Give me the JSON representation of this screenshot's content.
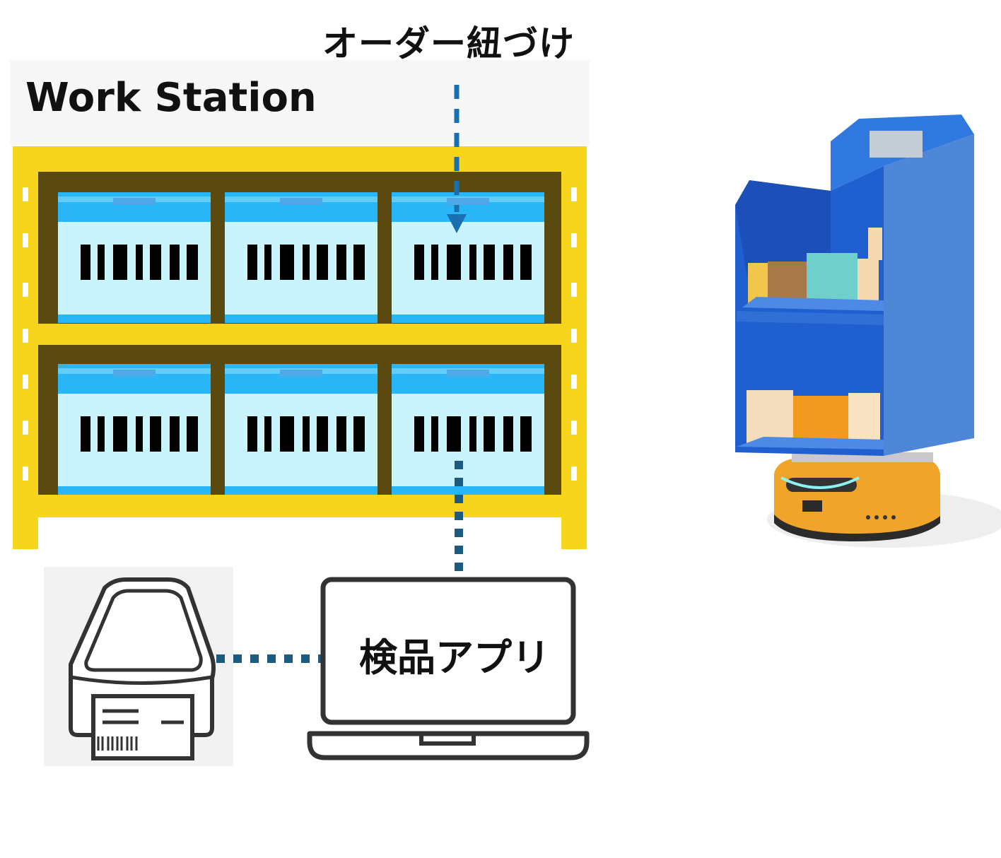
{
  "labels": {
    "order_link": "オーダー紐づけ",
    "workstation": "Work Station",
    "inspection_app": "検品アプリ"
  },
  "colors": {
    "shelf_frame": "#f7d51d",
    "shelf_inner": "#5a4a10",
    "bin_top": "#29b6f6",
    "bin_body": "#c9f4fb",
    "arrow": "#1a6fb0",
    "connector": "#1d5a80",
    "robot_body": "#2f6fd6",
    "robot_base": "#f0a52a"
  },
  "icons": [
    "label-printer-icon",
    "laptop-icon",
    "amr-robot-shelf-icon",
    "barcode-icon"
  ]
}
